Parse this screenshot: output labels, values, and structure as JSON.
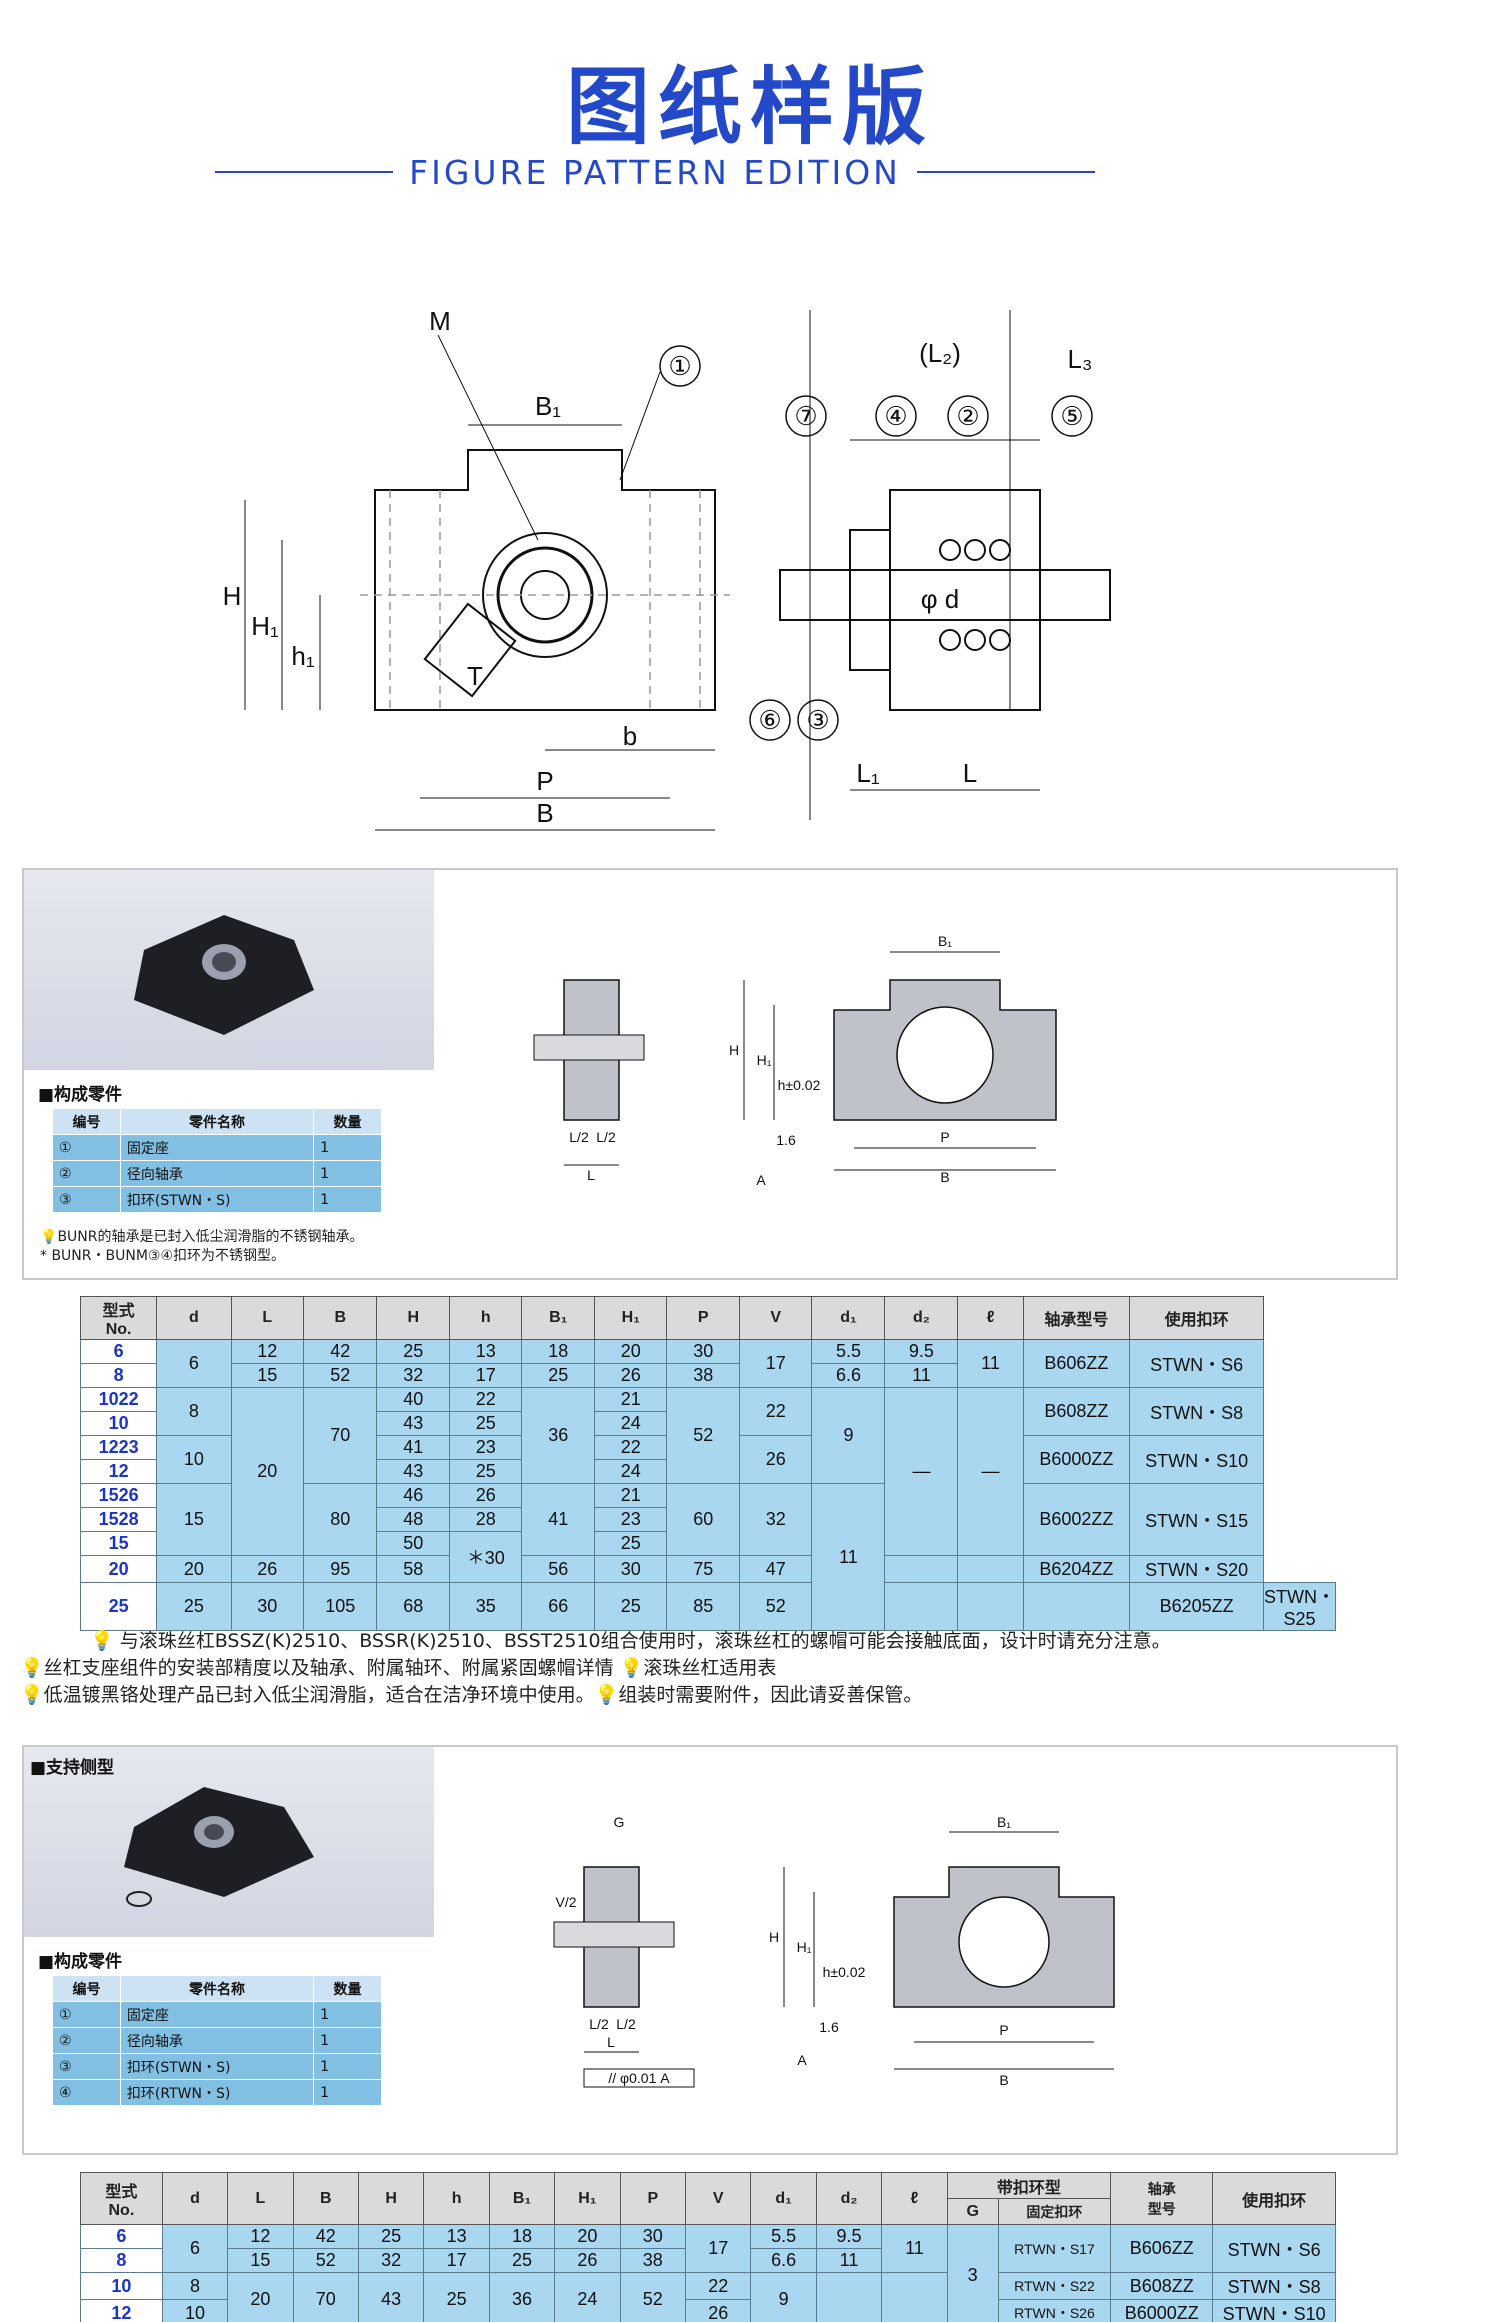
{
  "header": {
    "title_cn": "图纸样版",
    "title_en": "FIGURE PATTERN EDITION"
  },
  "main_drawing": {
    "labels": {
      "m": "M",
      "b1": "B₁",
      "h": "H",
      "h1_upper": "H₁",
      "h1": "h₁",
      "t": "T",
      "b": "b",
      "p": "P",
      "big_b": "B",
      "l2": "(L₂)",
      "l3": "L₃",
      "phi_d": "φ d",
      "l1": "L₁",
      "l": "L"
    },
    "callouts": [
      "①",
      "②",
      "③",
      "④",
      "⑤",
      "⑥",
      "⑦"
    ]
  },
  "section_fixed": {
    "parts_title": "■构成零件",
    "parts_headers": [
      "编号",
      "零件名称",
      "数量"
    ],
    "parts": [
      {
        "no": "①",
        "name": "固定座",
        "qty": "1"
      },
      {
        "no": "②",
        "name": "径向轴承",
        "qty": "1"
      },
      {
        "no": "③",
        "name": "扣环(STWN・S)",
        "qty": "1"
      }
    ],
    "note1": "BUNR的轴承是已封入低尘润滑脂的不锈钢轴承。",
    "note2": "* BUNR・BUNM③④扣环为不锈钢型。",
    "diagram_labels": {
      "b1": "B₁",
      "h": "H",
      "h1": "H₁",
      "hdim": "h±0.02",
      "p": "P",
      "b": "B",
      "l2a": "L/2",
      "l2b": "L/2",
      "l": "L",
      "a": "A",
      "v": "1.6"
    }
  },
  "table1": {
    "header_top": "型式",
    "header_no": "No.",
    "columns": [
      "d",
      "L",
      "B",
      "H",
      "h",
      "B₁",
      "H₁",
      "P",
      "V",
      "d₁",
      "d₂",
      "ℓ",
      "轴承型号",
      "使用扣环"
    ],
    "models": [
      "6",
      "8",
      "1022",
      "10",
      "1223",
      "12",
      "1526",
      "1528",
      "15",
      "20",
      "25"
    ],
    "cells": {
      "d": [
        "6",
        "8",
        "10",
        "15",
        "20",
        "25"
      ],
      "L": [
        "12",
        "15",
        "20",
        "26",
        "30"
      ],
      "B": [
        "42",
        "52",
        "70",
        "80",
        "95",
        "105"
      ],
      "H": [
        "25",
        "32",
        "40",
        "43",
        "41",
        "43",
        "46",
        "48",
        "50",
        "58",
        "68"
      ],
      "h": [
        "13",
        "17",
        "22",
        "25",
        "23",
        "25",
        "26",
        "28",
        "＊30",
        "35"
      ],
      "B1": [
        "18",
        "25",
        "36",
        "41",
        "56",
        "66"
      ],
      "H1": [
        "20",
        "26",
        "21",
        "24",
        "22",
        "24",
        "21",
        "23",
        "25",
        "30",
        "25"
      ],
      "P": [
        "30",
        "38",
        "52",
        "60",
        "75",
        "85"
      ],
      "V": [
        "17",
        "22",
        "26",
        "32",
        "47",
        "52"
      ],
      "d1": [
        "5.5",
        "6.6",
        "9",
        "11"
      ],
      "d2": [
        "9.5",
        "11",
        "—"
      ],
      "l": [
        "11",
        "—"
      ],
      "bearing": [
        "B606ZZ",
        "B608ZZ",
        "B6000ZZ",
        "B6002ZZ",
        "B6204ZZ",
        "B6205ZZ"
      ],
      "ring": [
        "STWN・S6",
        "STWN・S8",
        "STWN・S10",
        "STWN・S15",
        "STWN・S20",
        "STWN・S25"
      ]
    }
  },
  "notes": [
    "与滚珠丝杠BSSZ(K)2510、BSSR(K)2510、BSST2510组合使用时，滚珠丝杠的螺帽可能会接触底面，设计时请充分注意。",
    "丝杠支座组件的安装部精度以及轴承、附属轴环、附属紧固螺帽详情",
    "滚珠丝杠适用表",
    "低温镀黑铬处理产品已封入低尘润滑脂，适合在洁净环境中使用。",
    "组装时需要附件，因此请妥善保管。"
  ],
  "section_support": {
    "title": "■支持侧型",
    "parts_title": "■构成零件",
    "parts_headers": [
      "编号",
      "零件名称",
      "数量"
    ],
    "parts": [
      {
        "no": "①",
        "name": "固定座",
        "qty": "1"
      },
      {
        "no": "②",
        "name": "径向轴承",
        "qty": "1"
      },
      {
        "no": "③",
        "name": "扣环(STWN・S)",
        "qty": "1"
      },
      {
        "no": "④",
        "name": "扣环(RTWN・S)",
        "qty": "1"
      }
    ],
    "diagram_labels": {
      "g": "G",
      "v2": "V/2",
      "h": "H",
      "h1": "H₁",
      "hdim": "h±0.02",
      "b1": "B₁",
      "p": "P",
      "b": "B",
      "l2a": "L/2",
      "l2b": "L/2",
      "l": "L",
      "a": "A",
      "v": "1.6",
      "tol": "// φ0.01 A"
    }
  },
  "table2": {
    "header_top": "型式",
    "header_no": "No.",
    "columns": [
      "d",
      "L",
      "B",
      "H",
      "h",
      "B₁",
      "H₁",
      "P",
      "V",
      "d₁",
      "d₂",
      "ℓ"
    ],
    "ring_group": "带扣环型",
    "ring_g": "G",
    "ring_fixed": "固定扣环",
    "bearing_col": "轴承\n型号",
    "use_ring": "使用扣环",
    "models": [
      "6",
      "8",
      "10",
      "12"
    ],
    "cells": {
      "d": [
        "6",
        "8",
        "10"
      ],
      "L": [
        "12",
        "15",
        "20"
      ],
      "B": [
        "42",
        "52",
        "70"
      ],
      "H": [
        "25",
        "32",
        "43"
      ],
      "h": [
        "13",
        "17",
        "25"
      ],
      "B1": [
        "18",
        "25",
        "36"
      ],
      "H1": [
        "20",
        "26",
        "24"
      ],
      "P": [
        "30",
        "38",
        "52"
      ],
      "V": [
        "17",
        "22",
        "26"
      ],
      "d1": [
        "5.5",
        "6.6",
        "9"
      ],
      "d2": [
        "9.5",
        "11"
      ],
      "l": [
        "11"
      ],
      "G": [
        "3"
      ],
      "fixed_ring": [
        "RTWN・S17",
        "RTWN・S22",
        "RTWN・S26"
      ],
      "bearing": [
        "B606ZZ",
        "B608ZZ",
        "B6000ZZ"
      ],
      "ring": [
        "STWN・S6",
        "STWN・S8",
        "STWN・S10"
      ]
    }
  }
}
